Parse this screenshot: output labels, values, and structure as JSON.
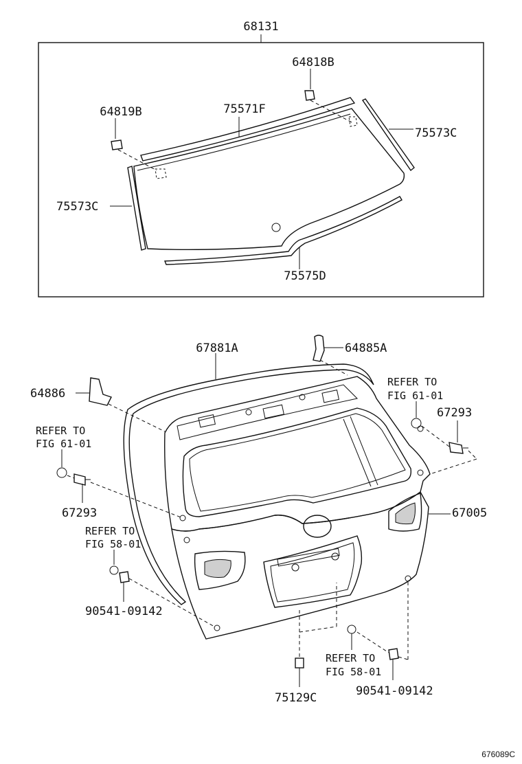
{
  "labels": {
    "glass_assembly": "68131",
    "clip_right": "64818B",
    "clip_left": "64819B",
    "molding_top": "75571F",
    "molding_side_right": "75573C",
    "molding_side_left": "75573C",
    "molding_bottom": "75575D",
    "weatherstrip": "67881A",
    "hinge_right": "64885A",
    "hinge_left": "64886",
    "refer_right_line1": "REFER TO",
    "refer_right_line2": "FIG 61-01",
    "stopper_right": "67293",
    "refer_left_line1": "REFER TO",
    "refer_left_line2": "FIG 61-01",
    "stopper_left": "67293",
    "back_door_panel": "67005",
    "refer_58_left_line1": "REFER TO",
    "refer_58_left_line2": "FIG 58-01",
    "cushion_left": "90541-09142",
    "refer_58_right_line1": "REFER TO",
    "refer_58_right_line2": "FIG 58-01",
    "plate_clip": "75129C",
    "cushion_right": "90541-09142",
    "figure_code": "676089C"
  }
}
